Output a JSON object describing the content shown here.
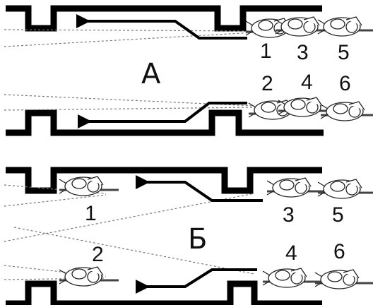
{
  "diagram": {
    "sections": [
      {
        "label": "А",
        "positions": [
          "1",
          "2",
          "3",
          "4",
          "5",
          "6"
        ]
      },
      {
        "label": "Б",
        "positions": [
          "1",
          "2",
          "3",
          "4",
          "5",
          "6"
        ]
      }
    ]
  },
  "icons": {
    "figure": "prone-shooter-icon",
    "arrow": "direction-arrow-icon"
  },
  "colors": {
    "line": "#000000",
    "dotted": "#777777",
    "background": "#ffffff"
  }
}
